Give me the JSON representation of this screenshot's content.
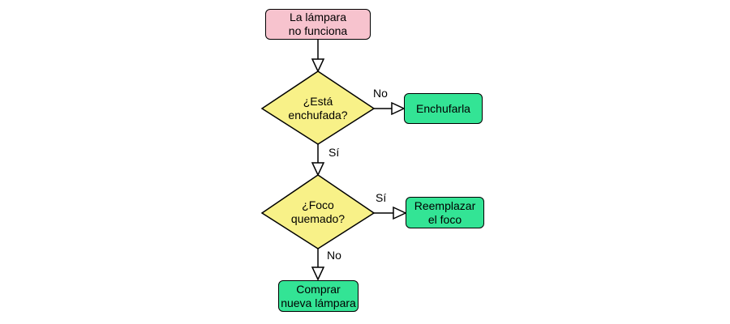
{
  "colors": {
    "start_fill": "#f7c3ce",
    "decision_fill": "#f8f188",
    "action_fill": "#33e495",
    "stroke": "#000000"
  },
  "nodes": {
    "start": "La lámpara\nno funciona",
    "decision_plugged": "¿Está\nenchufada?",
    "action_plug": "Enchufarla",
    "decision_bulb": "¿Foco\nquemado?",
    "action_replace": "Reemplazar\nel foco",
    "action_buy": "Comprar\nnueva lámpara"
  },
  "edges": {
    "plugged_no": "No",
    "plugged_yes": "Sí",
    "bulb_yes": "Sí",
    "bulb_no": "No"
  }
}
